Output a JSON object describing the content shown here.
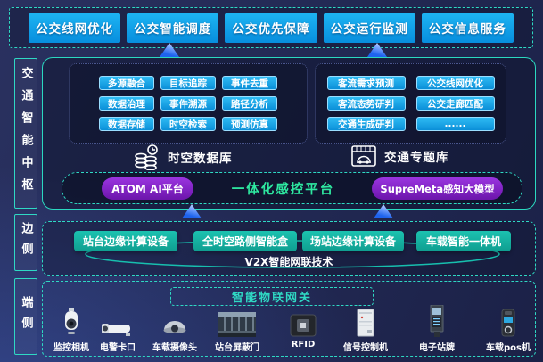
{
  "title_row": {
    "items": [
      "公交线网优化",
      "公交智能调度",
      "公交优先保障",
      "公交运行监测",
      "公交信息服务"
    ]
  },
  "sidebar": {
    "layers": [
      "交通智能中枢",
      "边侧",
      "端侧"
    ]
  },
  "hub": {
    "data_capabilities": [
      "多源融合",
      "目标追踪",
      "事件去重",
      "数据治理",
      "事件溯源",
      "路径分析",
      "数据存储",
      "时空检索",
      "预测仿真"
    ],
    "analysis_capabilities": [
      "客流需求预测",
      "公交线网优化",
      "客流态势研判",
      "公交走廊匹配",
      "交通生成研判",
      "......"
    ],
    "databases": [
      {
        "label": "时空数据库",
        "icon": "database-clock-icon"
      },
      {
        "label": "交通专题库",
        "icon": "garage-car-icon"
      }
    ],
    "platform": {
      "left_badge": "ATOM AI平台",
      "center_label": "一体化感控平台",
      "right_badge": "SupreMeta感知大模型"
    }
  },
  "edge": {
    "nodes": [
      "站台边缘计算设备",
      "全时空路侧智能盒",
      "场站边缘计算设备",
      "车载智能一体机"
    ],
    "network_label": "V2X智能网联技术"
  },
  "terminal": {
    "gateway_label": "智能物联网关",
    "devices": [
      {
        "label": "监控相机",
        "icon": "ptz-camera-image"
      },
      {
        "label": "电警卡口",
        "icon": "bullet-camera-image"
      },
      {
        "label": "车载摄像头",
        "icon": "dome-camera-image"
      },
      {
        "label": "站台屏蔽门",
        "icon": "platform-screen-door-image"
      },
      {
        "label": "RFID",
        "icon": "rfid-tag-image"
      },
      {
        "label": "信号控制机",
        "icon": "signal-controller-image"
      },
      {
        "label": "电子站牌",
        "icon": "electronic-stop-sign-image"
      },
      {
        "label": "车载pos机",
        "icon": "onboard-pos-image"
      }
    ]
  },
  "colors": {
    "background_navy": "#232a55",
    "accent_teal": "#2fd9c4",
    "button_blue": "#0aa3e8",
    "platform_purple": "#7d1fc0",
    "edge_teal": "#14b3a3",
    "arrow_blue": "#1e6ff5",
    "platform_center_green": "#2ee8a0"
  }
}
